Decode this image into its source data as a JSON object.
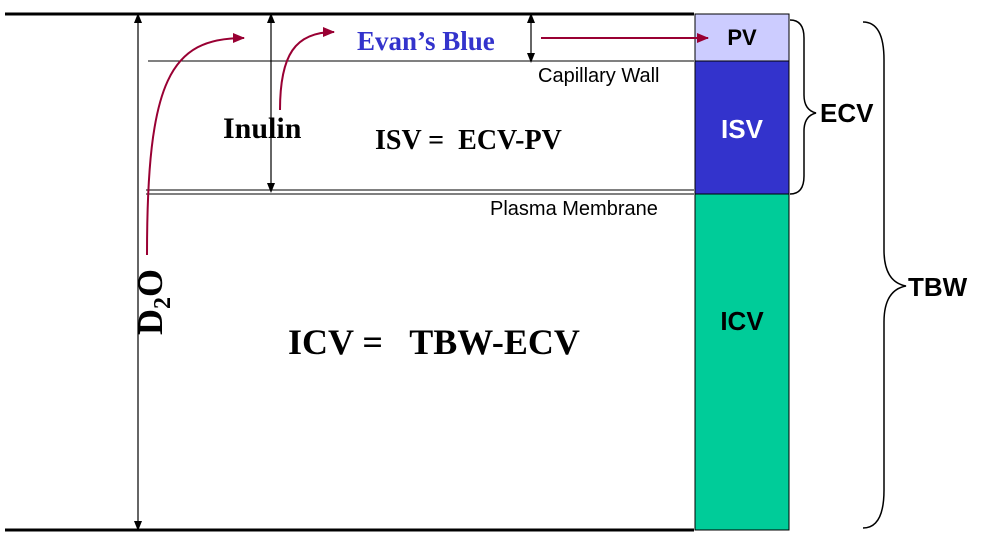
{
  "markers": {
    "evans_blue": "Evan’s Blue",
    "inulin": "Inulin",
    "d2o_base": "D",
    "d2o_sub": "2",
    "d2o_tail": "O"
  },
  "boundaries": {
    "capillary_wall": "Capillary Wall",
    "plasma_membrane": "Plasma Membrane"
  },
  "equations": {
    "isv": "ISV =  ECV-PV",
    "icv": "ICV =   TBW-ECV"
  },
  "compartments": {
    "pv": "PV",
    "isv": "ISV",
    "icv": "ICV"
  },
  "groups": {
    "ecv": "ECV",
    "tbw": "TBW"
  },
  "colors": {
    "pv": "#CCCCFF",
    "isv": "#3333CC",
    "icv": "#00CC99",
    "arrow": "#990033",
    "evans_blue_text": "#3333CC"
  }
}
